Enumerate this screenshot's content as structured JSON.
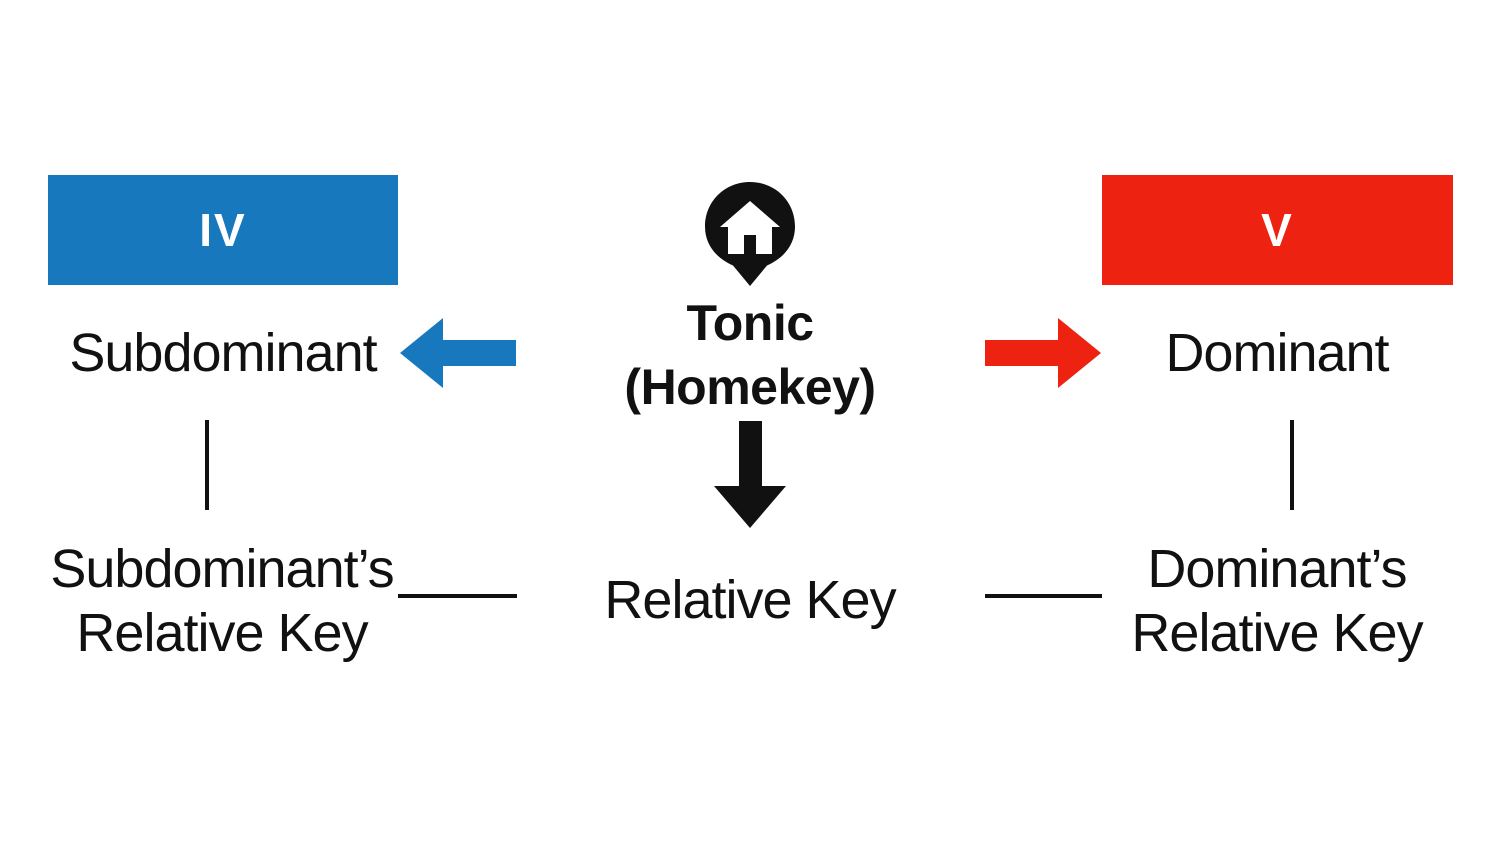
{
  "diagram": {
    "left": {
      "box_label": "IV",
      "function_label": "Subdominant",
      "relative_key_line1": "Subdominant’s",
      "relative_key_line2": "Relative Key"
    },
    "center": {
      "title_line1": "Tonic",
      "title_line2": "(Homekey)",
      "relative_key_label": "Relative Key",
      "marker_icon": "home-pin-icon"
    },
    "right": {
      "box_label": "V",
      "function_label": "Dominant",
      "relative_key_line1": "Dominant’s",
      "relative_key_line2": "Relative Key"
    },
    "colors": {
      "subdominant_blue": "#1878BE",
      "dominant_red": "#EE2211",
      "ink_black": "#111111",
      "background": "#FFFFFF"
    }
  }
}
